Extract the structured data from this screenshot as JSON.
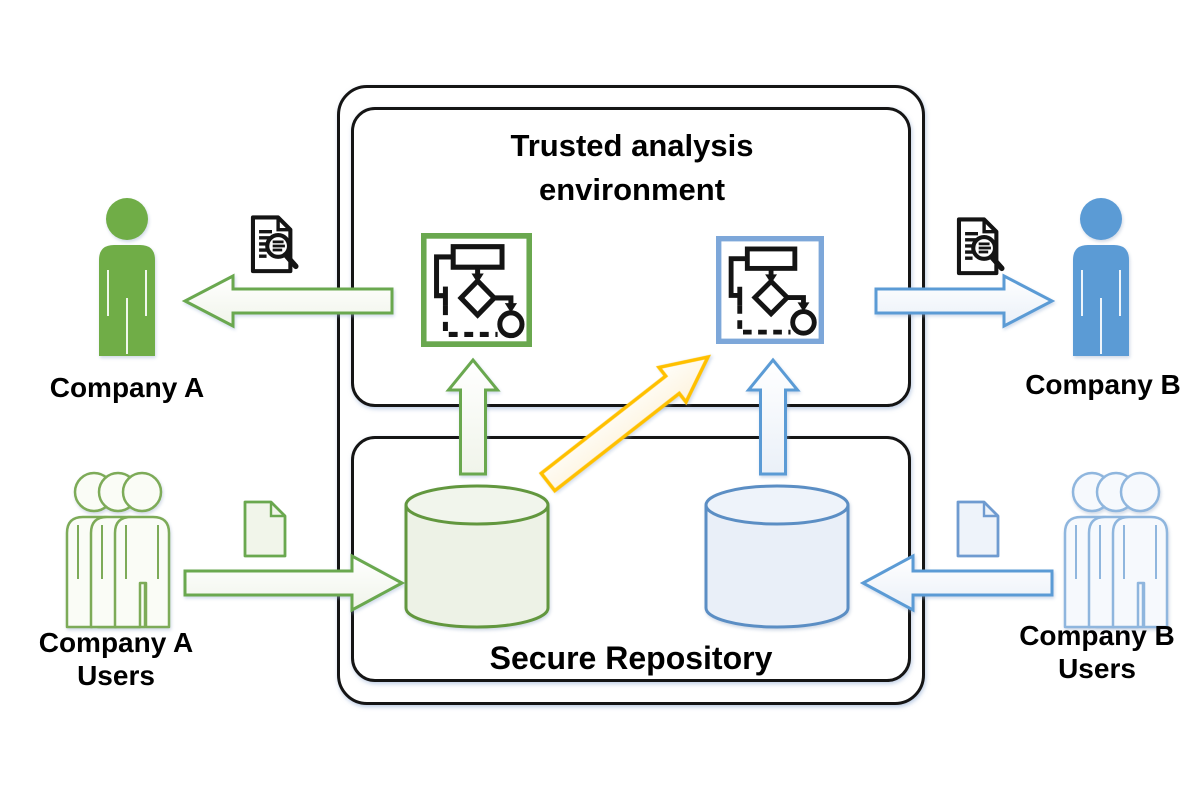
{
  "diagram": {
    "trusted_environment": {
      "title": "Trusted analysis environment"
    },
    "secure_repository": {
      "title": "Secure Repository"
    },
    "company_a": {
      "label": "Company A",
      "color": "#70AD47"
    },
    "company_b": {
      "label": "Company B",
      "color": "#5B9BD5"
    },
    "company_a_users": {
      "line1": "Company A",
      "line2": "Users"
    },
    "company_b_users": {
      "line1": "Company B",
      "line2": "Users"
    },
    "colors": {
      "company_a_accent": "#70AD47",
      "company_b_accent": "#5B9BD5",
      "cross_transfer_arrow": "#FFC000",
      "box_border": "#151515"
    },
    "icons": {
      "company_a": "person-icon",
      "company_b": "person-icon",
      "company_a_users": "users-group-icon",
      "company_b_users": "users-group-icon",
      "analysis_a": "process-flowchart-icon",
      "analysis_b": "process-flowchart-icon",
      "repository_a": "database-cylinder-icon",
      "repository_b": "database-cylinder-icon",
      "result_a": "document-magnifier-icon",
      "result_b": "document-magnifier-icon",
      "upload_a": "document-icon",
      "upload_b": "document-icon"
    }
  }
}
